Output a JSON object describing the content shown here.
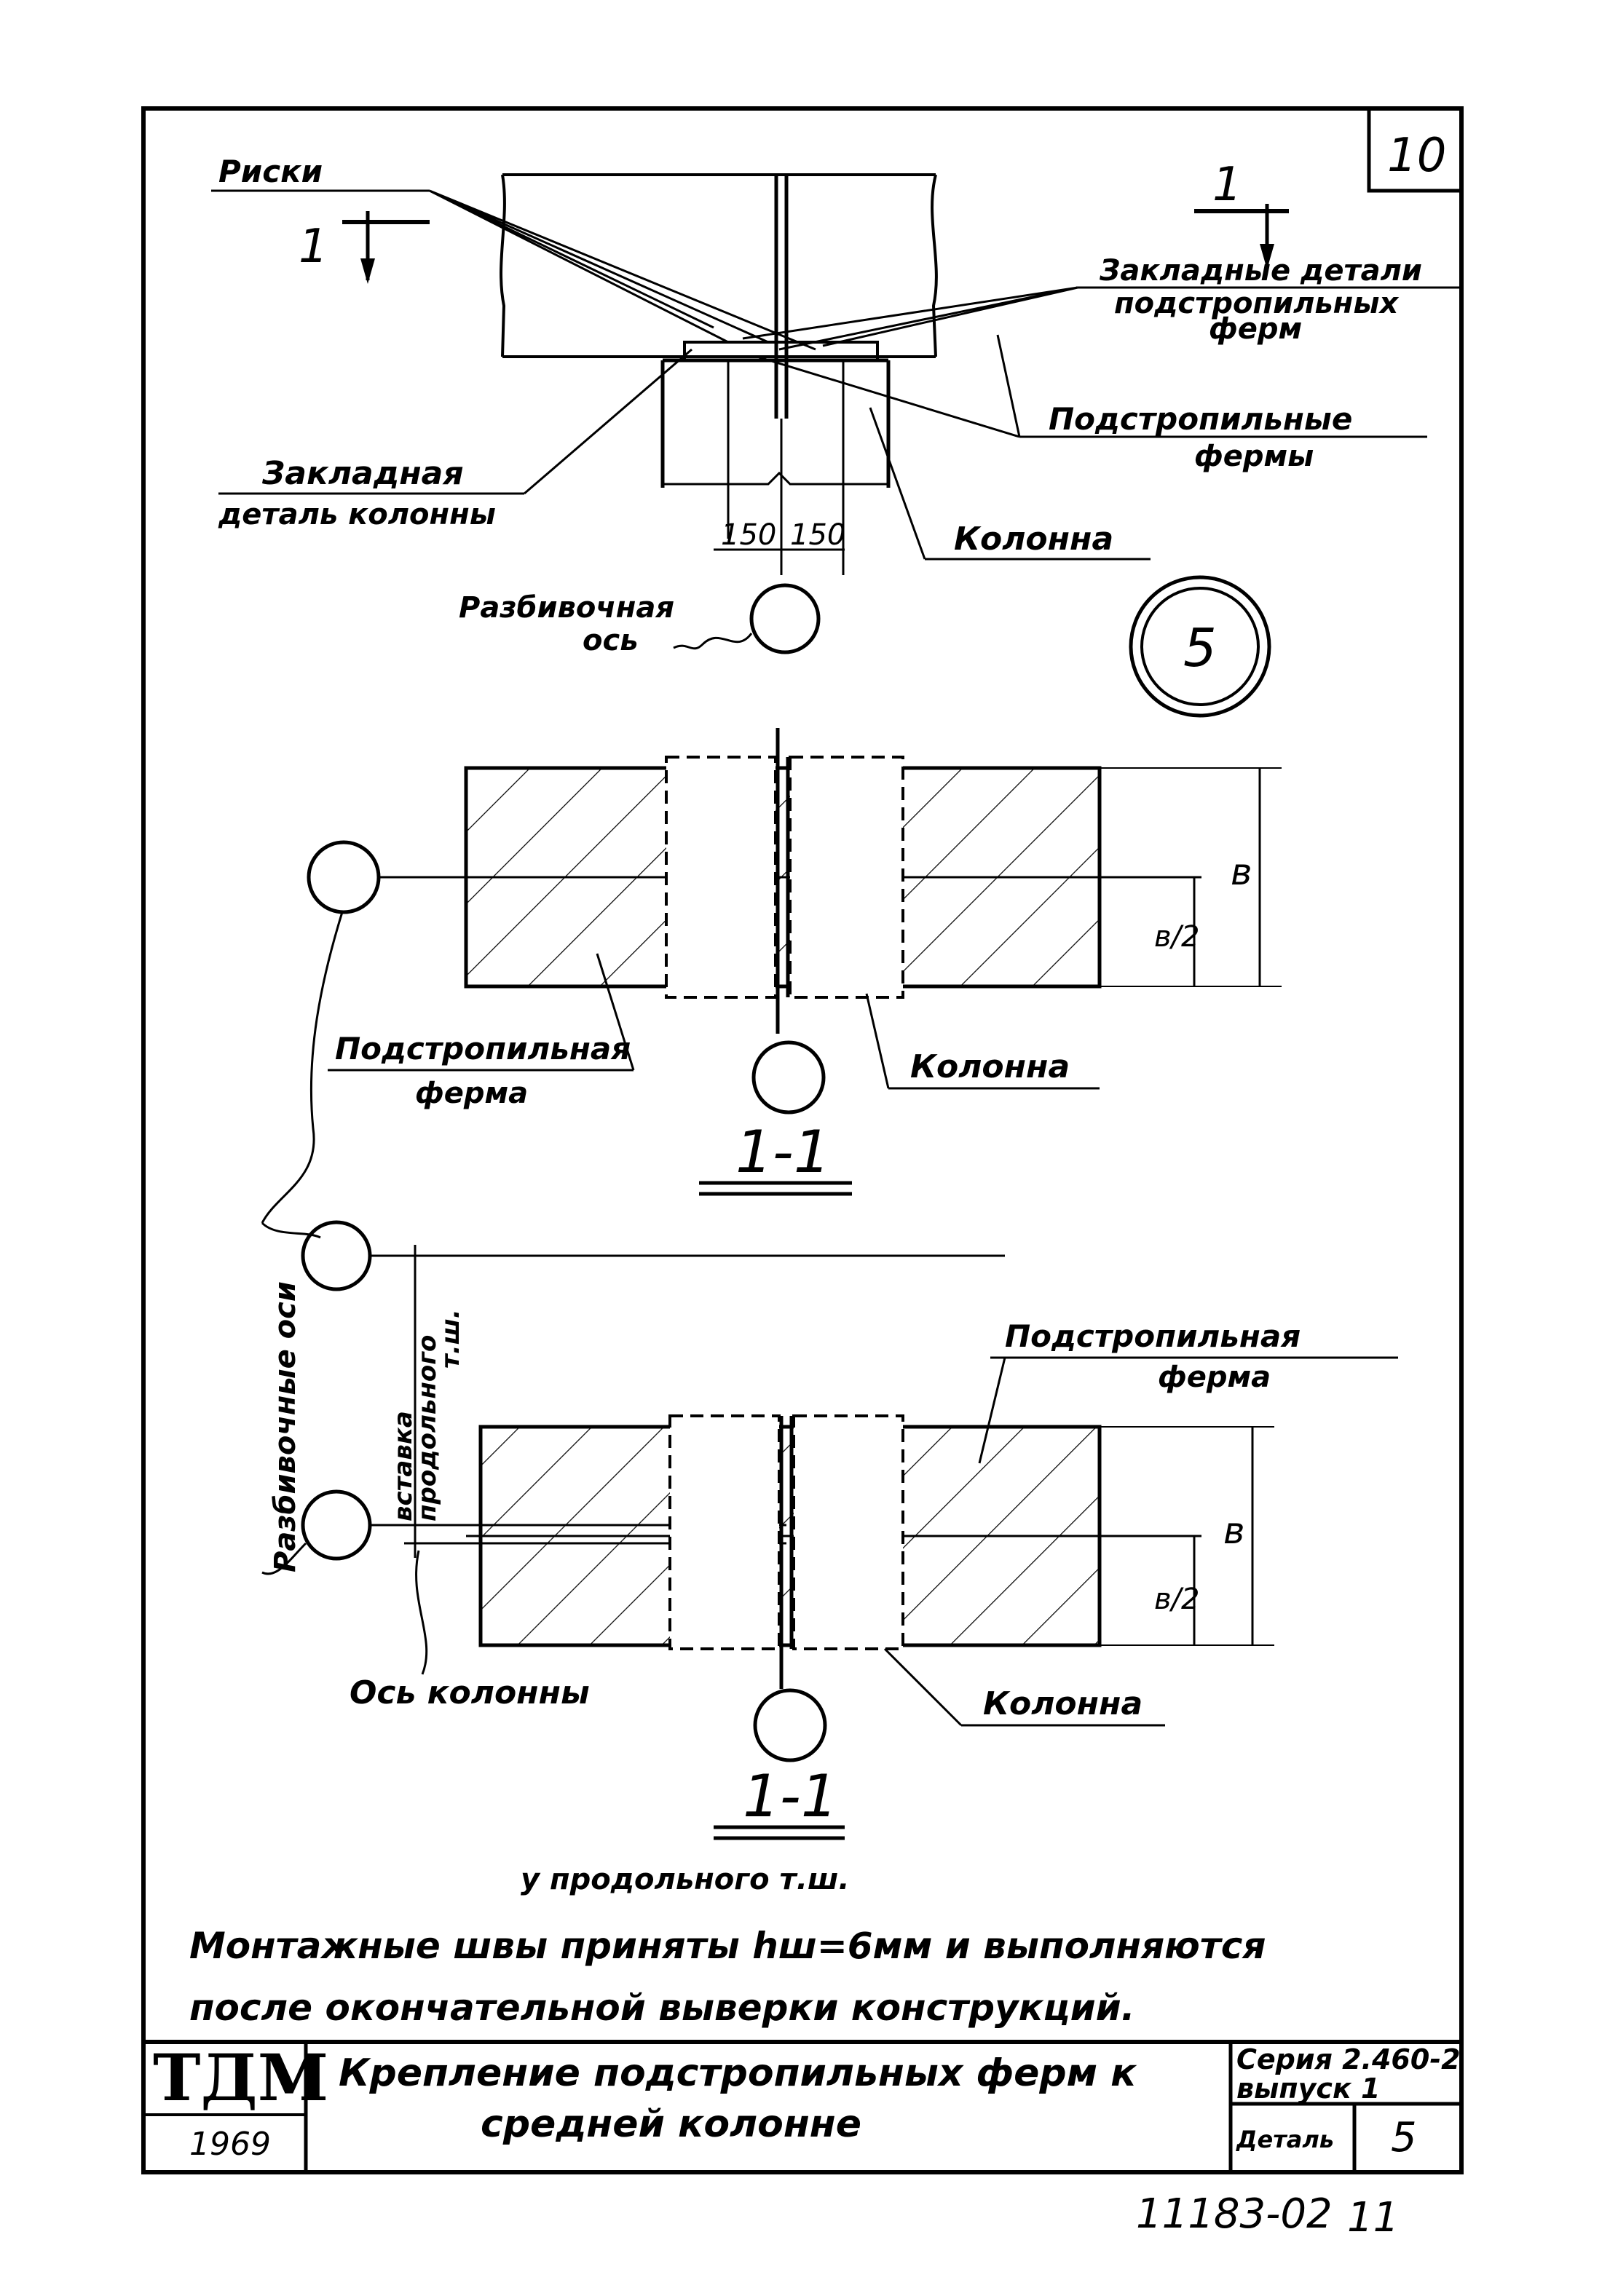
{
  "sheet": {
    "page_number": "10",
    "bottom_number": "11183-02",
    "bottom_page": "11"
  },
  "top_view": {
    "label_riski": "Риски",
    "section_mark_left": "1",
    "section_mark_right": "1",
    "label_embedded_truss_line1": "Закладные детали",
    "label_embedded_truss_line2": "подстропильных",
    "label_embedded_truss_line3": "ферм",
    "label_trusses_line1": "Подстропильные",
    "label_trusses_line2": "фермы",
    "label_embedded_column_line1": "Закладная",
    "label_embedded_column_line2": "деталь колонны",
    "label_column": "Колонна",
    "dim_left": "150",
    "dim_right": "150",
    "label_axis_line1": "Разбивочная",
    "label_axis_line2": "ось",
    "detail_number": "5"
  },
  "section_1": {
    "label_truss_line1": "Подстропильная",
    "label_truss_line2": "ферма",
    "label_column": "Колонна",
    "dim_b": "в",
    "dim_b_half": "в/2",
    "title": "1-1"
  },
  "section_2": {
    "label_axes": "Разбивочные оси",
    "label_insert_line1": "вставка",
    "label_insert_line2": "продольного",
    "label_insert_line3": "т.ш.",
    "label_truss_line1": "Подстропильная",
    "label_truss_line2": "ферма",
    "label_column_axis": "Ось колонны",
    "label_column": "Колонна",
    "dim_b": "в",
    "dim_b_half": "в/2",
    "title": "1-1",
    "subtitle": "у продольного т.ш."
  },
  "notes": {
    "line1": "Монтажные швы приняты hш=6мм и выполняются",
    "line2": "после окончательной выверки конструкций."
  },
  "title_block": {
    "logo": "ТДМ",
    "year": "1969",
    "title_line1": "Крепление подстропильных ферм к",
    "title_line2": "средней колонне",
    "series_line1": "Серия 2.460-2",
    "series_line2": "выпуск 1",
    "detail_label": "Деталь",
    "detail_value": "5"
  }
}
